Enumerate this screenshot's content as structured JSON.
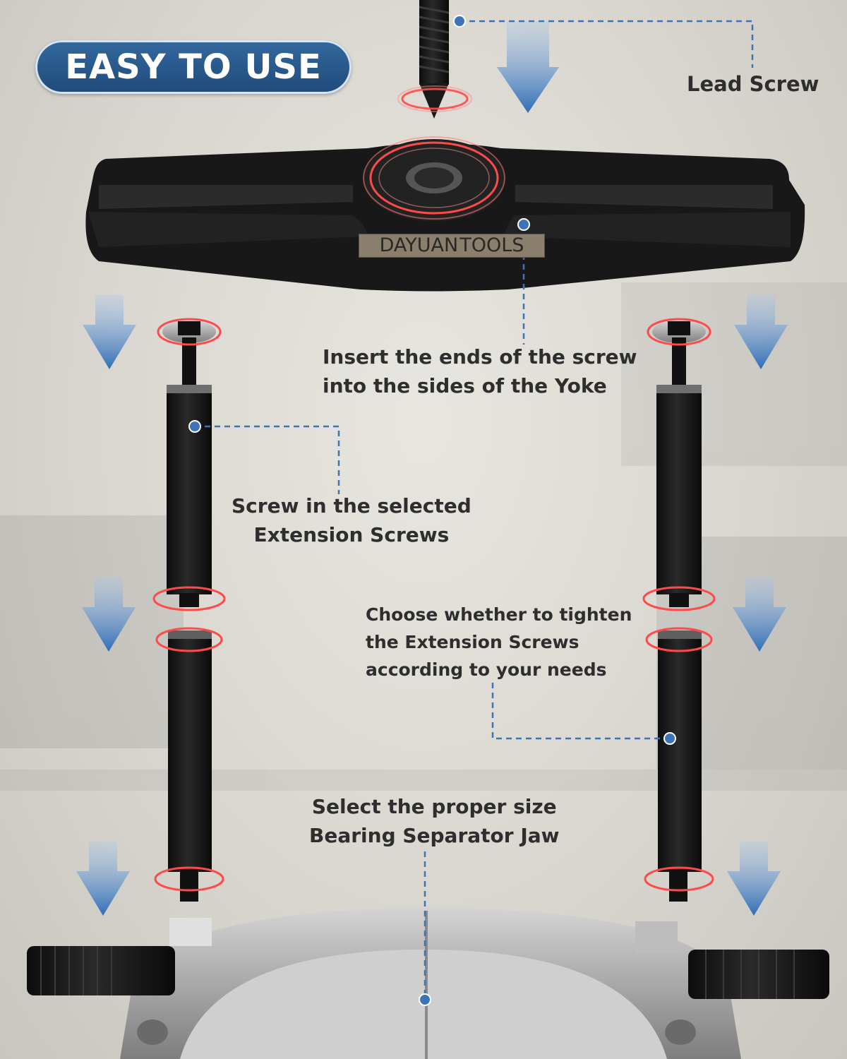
{
  "badge": {
    "label": "EASY TO USE"
  },
  "brand": {
    "part1": "DAYUAN",
    "part2": "TOOLS"
  },
  "callouts": {
    "lead_screw": "Lead Screw",
    "insert_line1": "Insert the ends of the screw",
    "insert_line2": "into the sides of the Yoke",
    "screw_line1": "Screw in the selected",
    "screw_line2": "Extension Screws",
    "choose_line1": "Choose whether to tighten",
    "choose_line2": "the Extension Screws",
    "choose_line3": "according to your needs",
    "select_line1": "Select the proper size",
    "select_line2": "Bearing Separator Jaw"
  },
  "colors": {
    "accent_blue": "#3d74b8",
    "ring_red": "#ff4a4a",
    "text": "#2e2e2e",
    "badge_blue": "#2a5a8f"
  },
  "icons": [
    "down-arrow-icon",
    "callout-dot-icon",
    "highlight-ring-icon"
  ]
}
